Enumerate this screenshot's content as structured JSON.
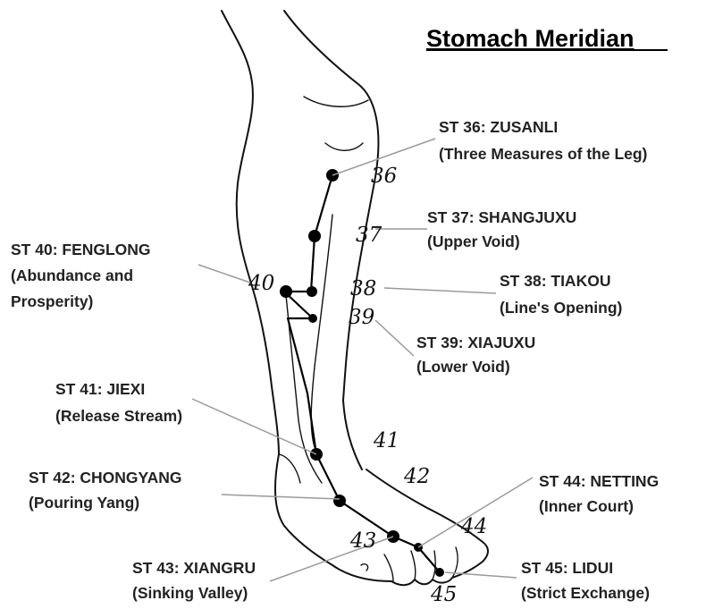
{
  "title": "Stomach Meridian",
  "points": [
    {
      "id": "36",
      "name": "ST 36: ZUSANLI",
      "meaning": "(Three Measures of the Leg)"
    },
    {
      "id": "37",
      "name": "ST 37: SHANGJUXU",
      "meaning": "(Upper Void)"
    },
    {
      "id": "38",
      "name": "ST 38: TIAKOU",
      "meaning": "(Line's Opening)"
    },
    {
      "id": "39",
      "name": "ST 39: XIAJUXU",
      "meaning": "(Lower Void)"
    },
    {
      "id": "40",
      "name": "ST 40: FENGLONG",
      "meaning": "(Abundance and",
      "meaning_2": "Prosperity)"
    },
    {
      "id": "41",
      "name": "ST 41: JIEXI",
      "meaning": "(Release Stream)"
    },
    {
      "id": "42",
      "name": "ST 42: CHONGYANG",
      "meaning": "(Pouring Yang)"
    },
    {
      "id": "43",
      "name": "ST 43: XIANGRU",
      "meaning": "(Sinking Valley)"
    },
    {
      "id": "44",
      "name": "ST 44: NETTING",
      "meaning": "(Inner Court)"
    },
    {
      "id": "45",
      "name": "ST 45: LIDUI",
      "meaning": "(Strict Exchange)"
    }
  ],
  "numbers": [
    "36",
    "37",
    "38",
    "39",
    "40",
    "41",
    "42",
    "43",
    "44",
    "45"
  ],
  "colors": {
    "ink": "#000000",
    "leader": "#9a9a9a",
    "background": "#ffffff"
  }
}
